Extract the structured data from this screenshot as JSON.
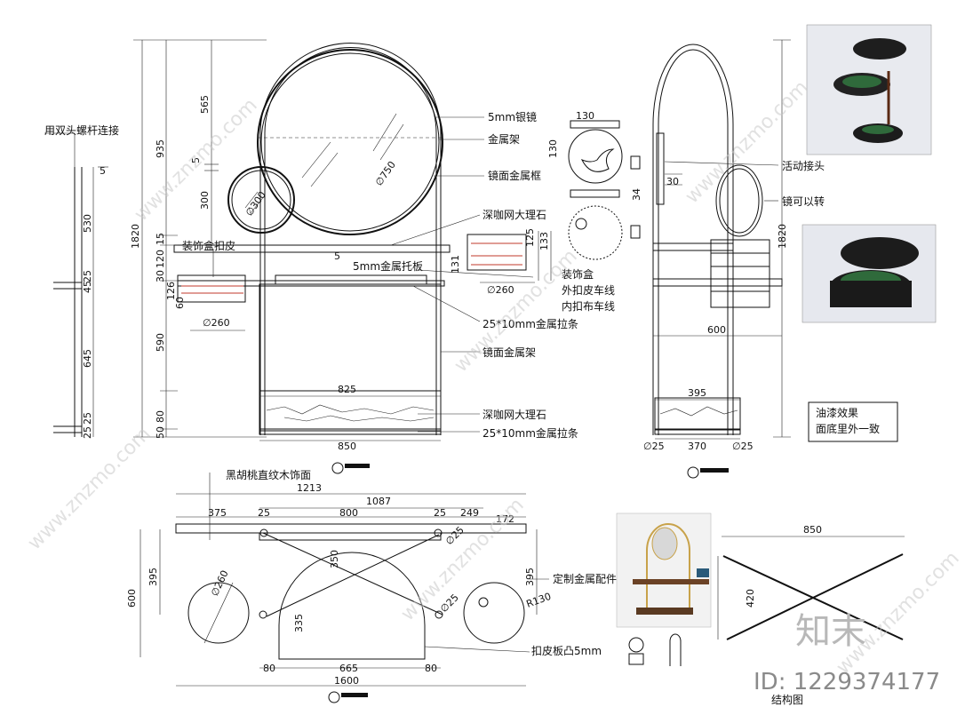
{
  "annotations": {
    "bolt": "用双头螺杆连接",
    "mirror": "5mm银镜",
    "metal_frame": "金属架",
    "mirror_frame": "镜面金属框",
    "marble_top": "深咖网大理石",
    "tray": "5mm金属托板",
    "decor_leather": "装饰盒扣皮",
    "decor_box": "装饰盒",
    "outer_stitch": "外扣皮车线",
    "inner_stitch": "内扣布车线",
    "strip": "25*10mm金属拉条",
    "mirror_rack": "镜面金属架",
    "marble_bottom": "深咖网大理石",
    "strip_bottom": "25*10mm金属拉条",
    "joint": "活动接头",
    "rotate": "镜可以转",
    "paint_line1": "油漆效果",
    "paint_line2": "面底里外一致",
    "walnut": "黑胡桃直纹木饰面",
    "custom_part": "定制金属配件",
    "leather_board": "扣皮板凸5mm",
    "structure": "结构图"
  },
  "dims": {
    "d935": "935",
    "d565": "565",
    "d5a": "5",
    "d300": "300",
    "d1820": "1820",
    "d15": "15",
    "d120": "120",
    "d30": "30",
    "d126": "126",
    "d60": "60",
    "d590": "590",
    "d80": "80",
    "d50": "50",
    "d530": "530",
    "d25a": "25",
    "d45": "45",
    "d645": "645",
    "d25b": "25",
    "d25c": "25",
    "d5b": "5",
    "dia750": "∅750",
    "dia300": "∅300",
    "dia260a": "∅260",
    "dia260b": "∅260",
    "d5c": "5",
    "d825": "825",
    "d850": "850",
    "d131": "131",
    "d125": "125",
    "d133": "133",
    "d130a": "130",
    "d130b": "130",
    "d30b": "30",
    "d34": "34",
    "d600a": "600",
    "d395a": "395",
    "dia25a": "∅25",
    "d370": "370",
    "dia25b": "∅25",
    "d1820b": "1820",
    "d1213": "1213",
    "d1087": "1087",
    "d375": "375",
    "d25d": "25",
    "d800": "800",
    "d25e": "25",
    "d249": "249",
    "d172": "172",
    "dia25c": "∅25",
    "d395b": "395",
    "d395c": "395",
    "d600b": "600",
    "dia260c": "∅260",
    "d350": "350",
    "d335": "335",
    "dia25d": "∅25",
    "r130": "R130",
    "d80a": "80",
    "d665": "665",
    "d80b": "80",
    "d1600": "1600",
    "d850b": "850",
    "d420": "420"
  },
  "watermark": {
    "site": "www.znzmo.com",
    "logo": "知末",
    "id": "ID: 1229374177"
  }
}
